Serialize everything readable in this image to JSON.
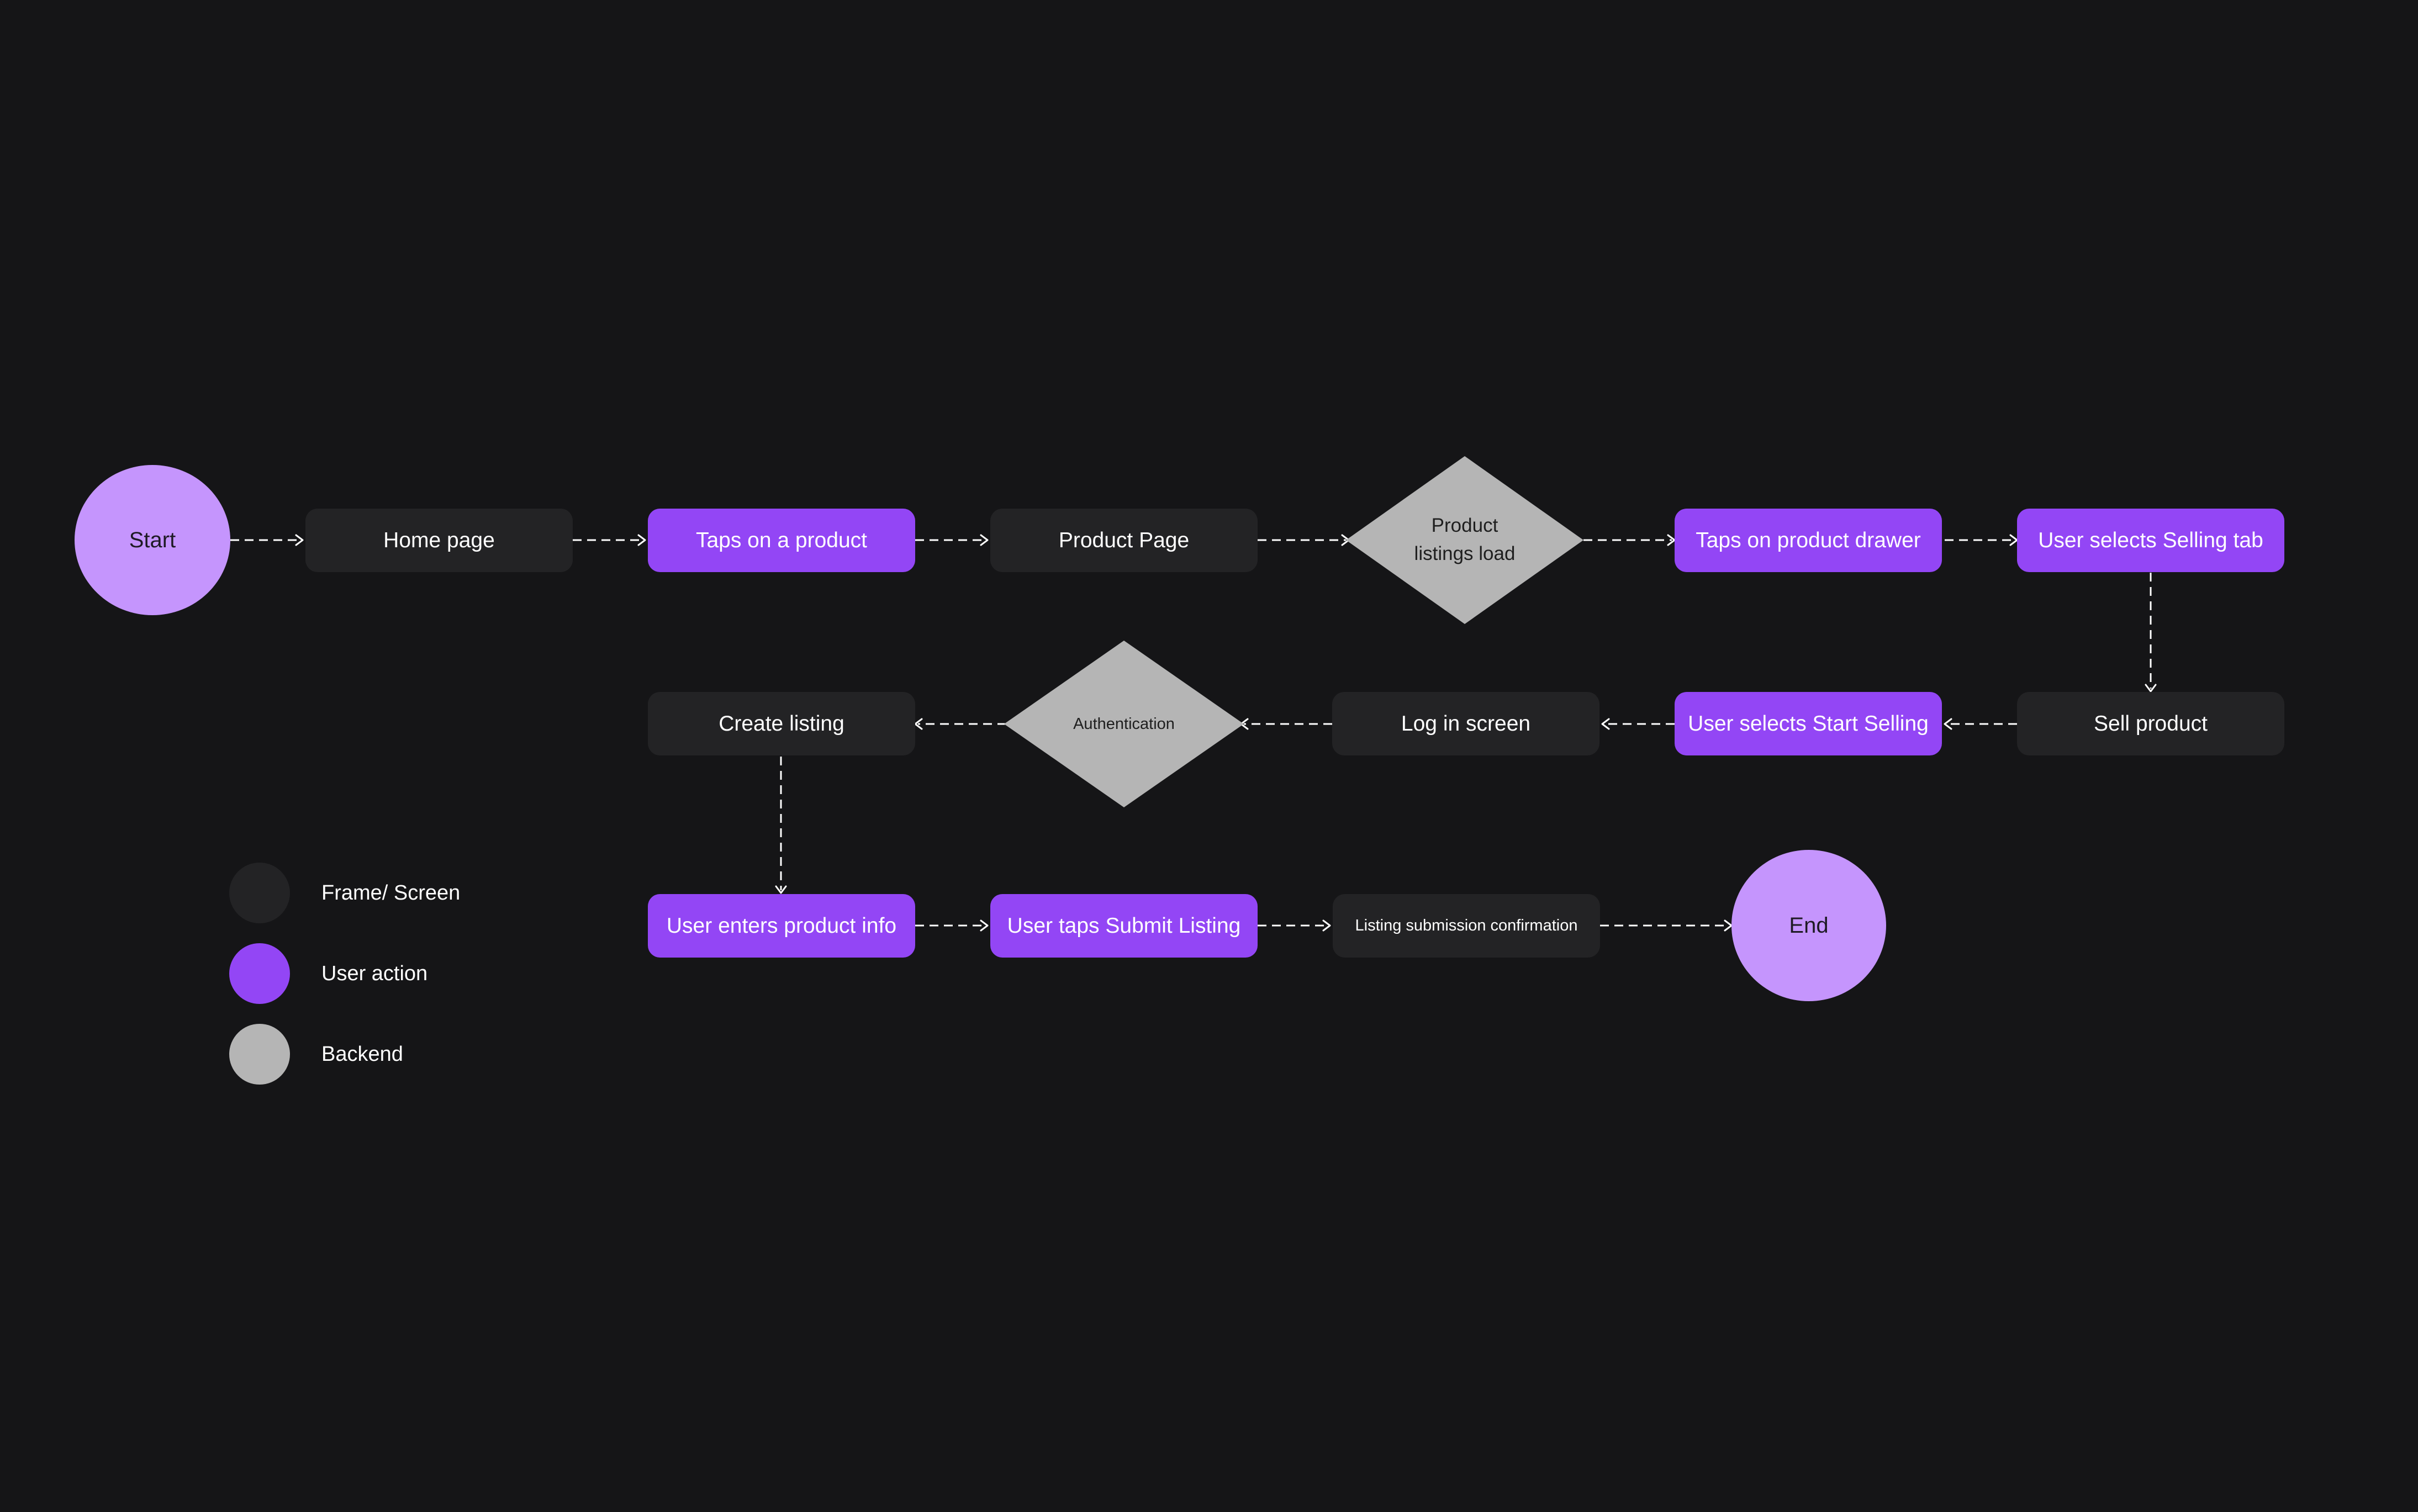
{
  "colors": {
    "background": "#151517",
    "frame": "#232325",
    "user_action": "#9346f5",
    "backend": "#b5b5b5",
    "terminal": "#c595fd",
    "connector": "#ffffff"
  },
  "flow": {
    "start": "Start",
    "home_page": "Home page",
    "taps_product": "Taps on a product",
    "product_page": "Product Page",
    "listings_load_line1": "Product",
    "listings_load_line2": "listings load",
    "taps_drawer": "Taps on product drawer",
    "selects_selling_tab": "User selects Selling tab",
    "sell_product": "Sell product",
    "selects_start_selling": "User selects Start Selling",
    "log_in_screen": "Log in screen",
    "authentication": "Authentication",
    "create_listing": "Create listing",
    "enters_product_info": "User enters product info",
    "taps_submit": "User taps Submit Listing",
    "submission_confirmation": "Listing submission confirmation",
    "end": "End"
  },
  "legend": {
    "frame": "Frame/ Screen",
    "action": "User action",
    "backend": "Backend"
  }
}
